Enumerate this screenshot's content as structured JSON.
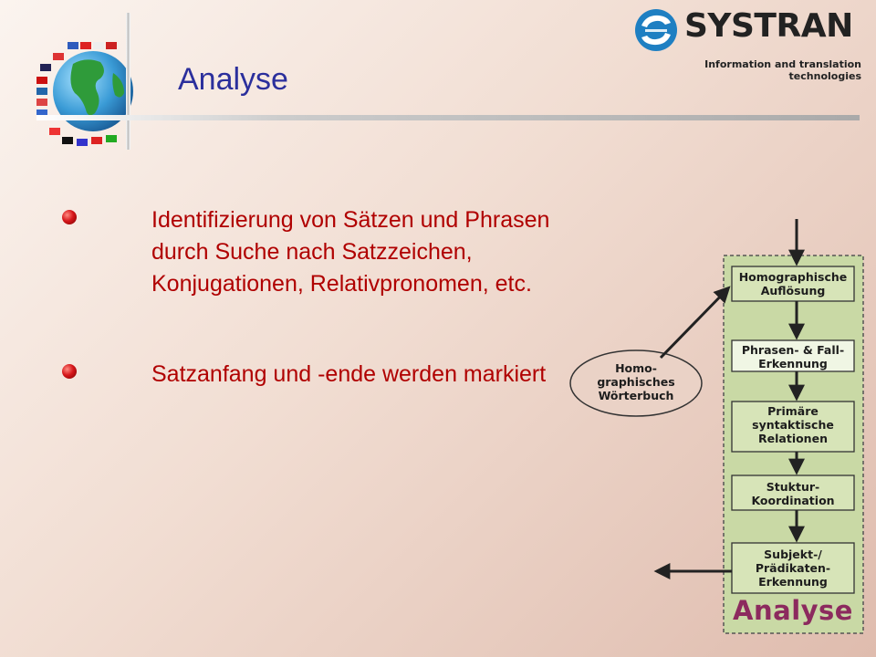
{
  "logo": {
    "name": "SYSTRAN",
    "tagline": "Information and translation technologies",
    "brand_color": "#1e7fc2"
  },
  "slide": {
    "title": "Analyse",
    "title_color": "#2b2f9c",
    "bullet_color": "#b00000",
    "bullets": [
      "Identifizierung von Sätzen und Phrasen durch Suche nach Satzzeichen, Konjugationen, Relativpronomen, etc.",
      "Satzanfang und -ende werden markiert"
    ]
  },
  "diagram": {
    "panel_color": "#c9d9a5",
    "steps": [
      {
        "label": "Homographische Auflösung"
      },
      {
        "label": "Phrasen- & Fall-Erkennung"
      },
      {
        "label": "Primäre syntaktische Relationen"
      },
      {
        "label": "Stuktur-Koordination"
      },
      {
        "label": "Subjekt-/ Prädikaten-Erkennung"
      }
    ],
    "dictionary": "Homo-graphisches Wörterbuch",
    "panel_title": "Analyse",
    "panel_title_color": "#8c2a5e"
  }
}
